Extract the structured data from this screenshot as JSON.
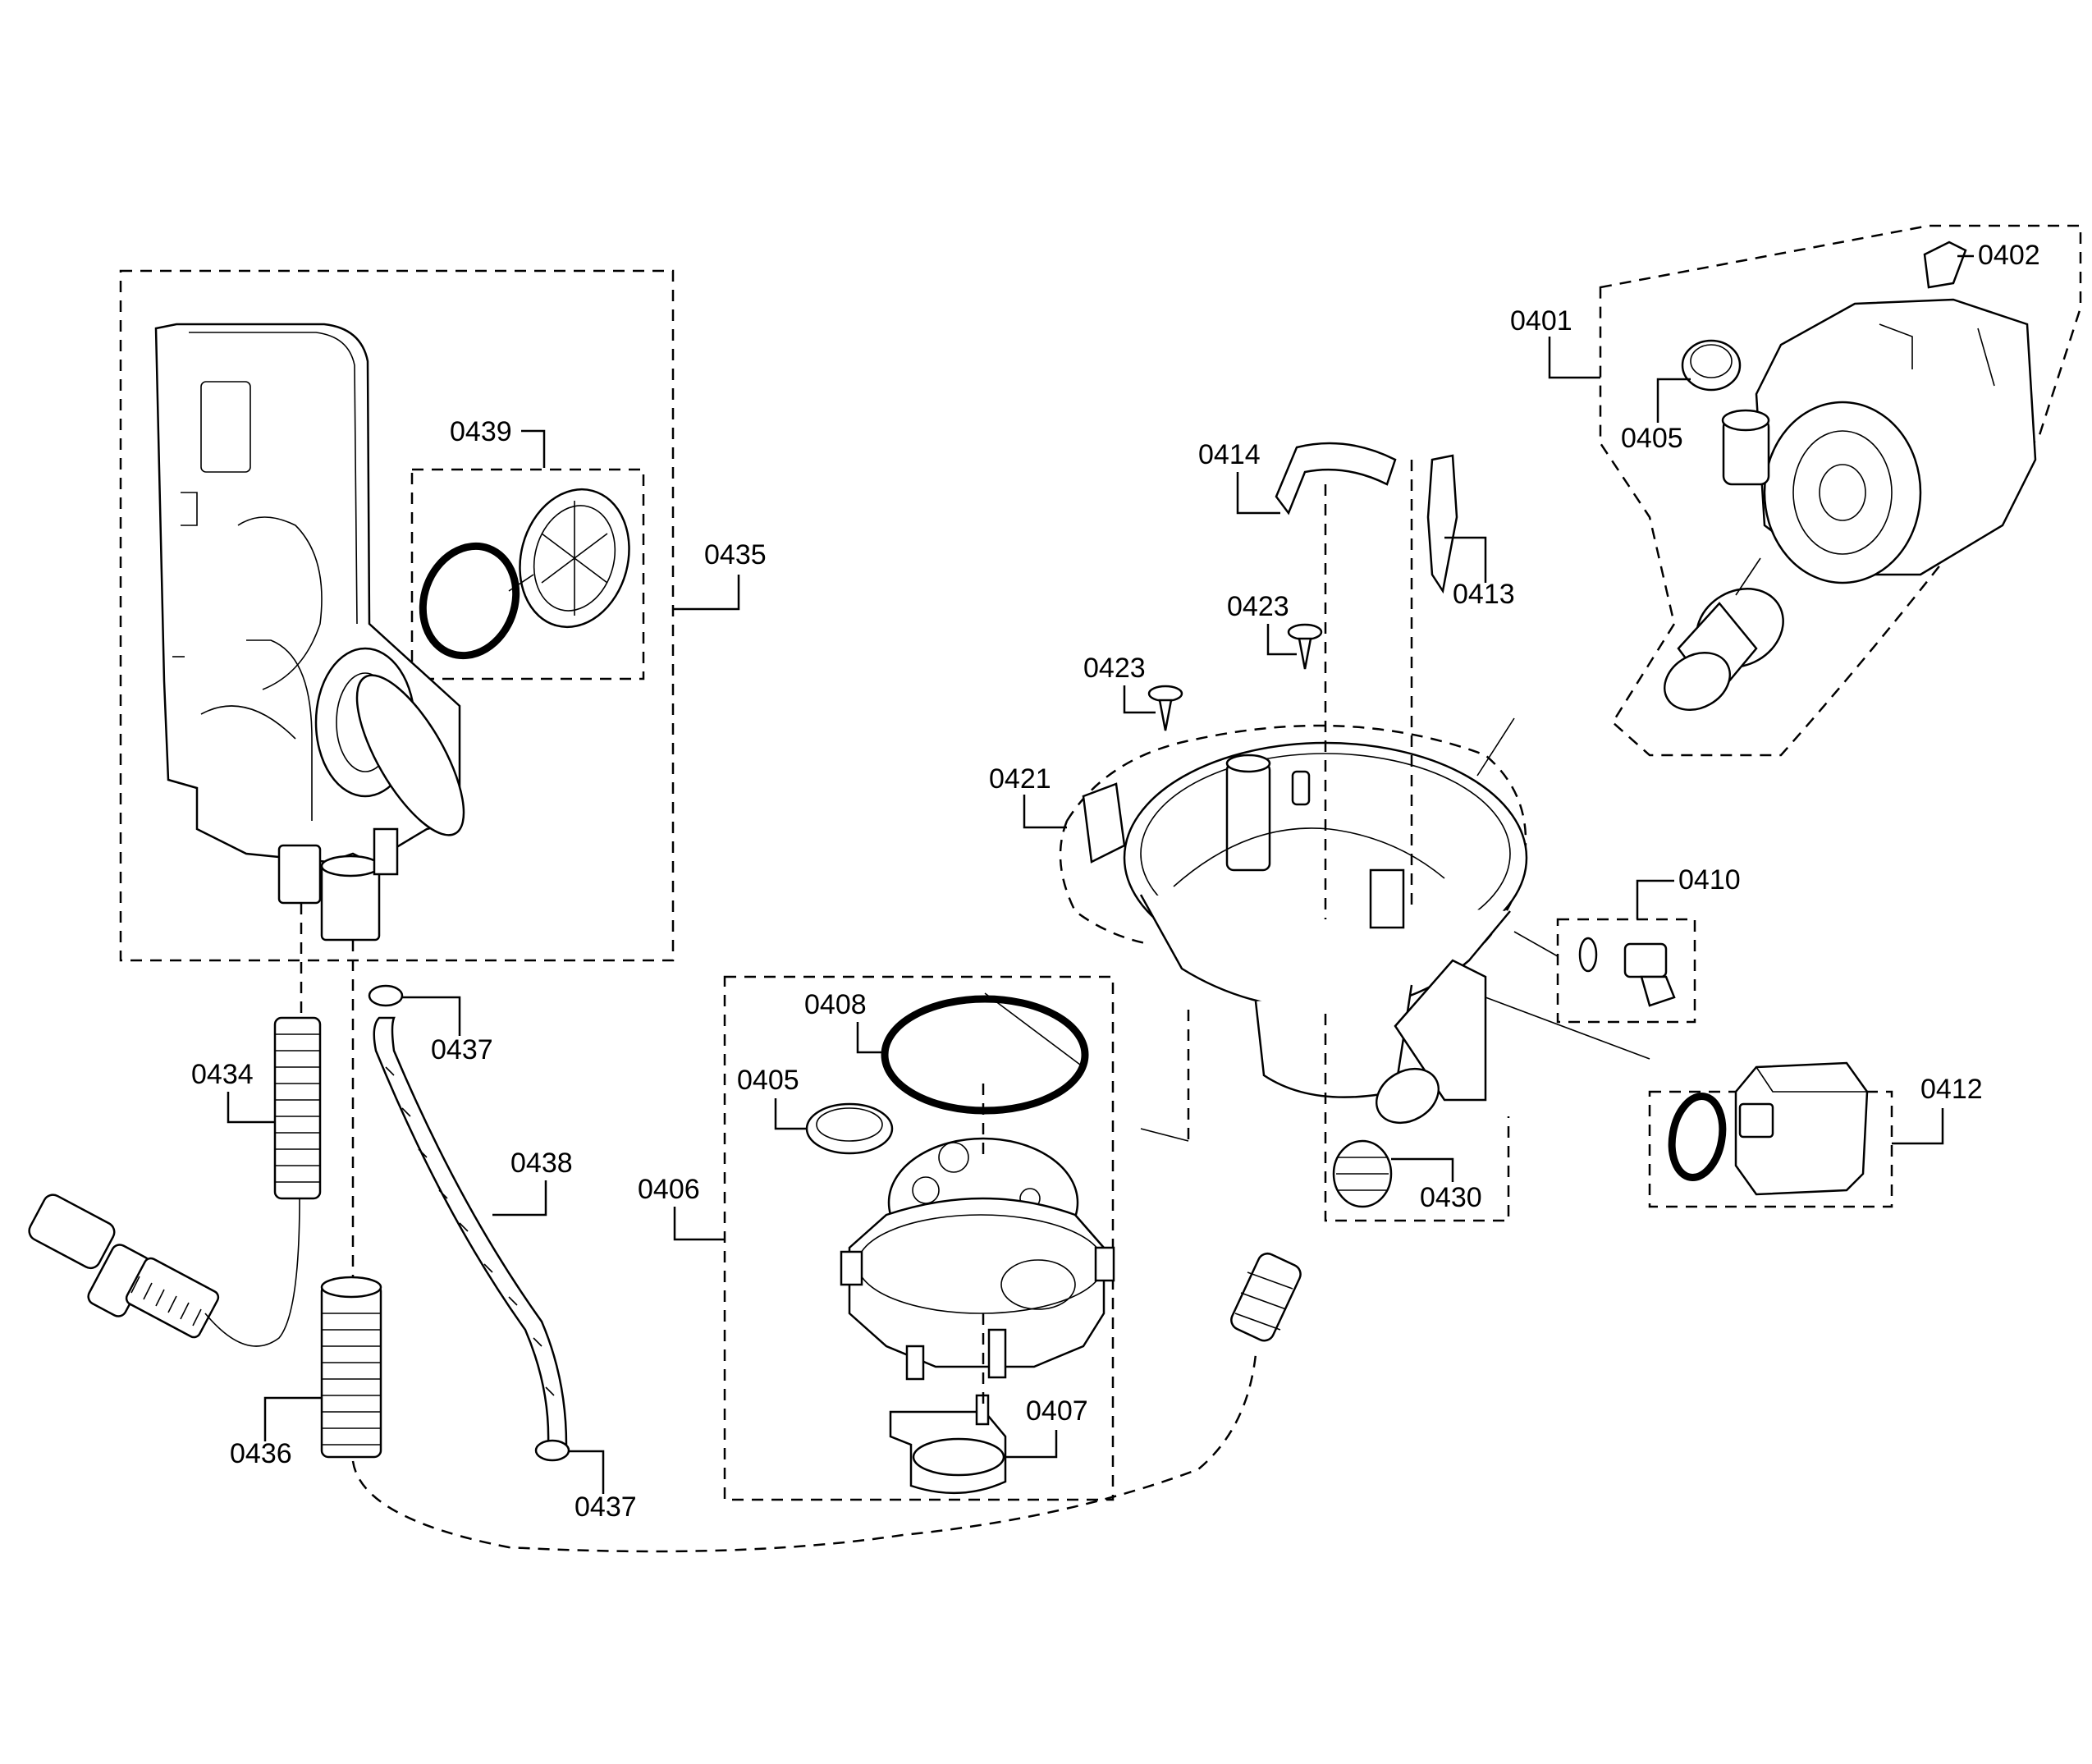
{
  "labels": {
    "l0401": "0401",
    "l0402": "0402",
    "l0405a": "0405",
    "l0405b": "0405",
    "l0406": "0406",
    "l0407": "0407",
    "l0408": "0408",
    "l0410": "0410",
    "l0412": "0412",
    "l0413": "0413",
    "l0414": "0414",
    "l0421": "0421",
    "l0423a": "0423",
    "l0423b": "0423",
    "l0430": "0430",
    "l0434": "0434",
    "l0435": "0435",
    "l0436": "0436",
    "l0437a": "0437",
    "l0437b": "0437",
    "l0438": "0438",
    "l0439": "0439"
  }
}
